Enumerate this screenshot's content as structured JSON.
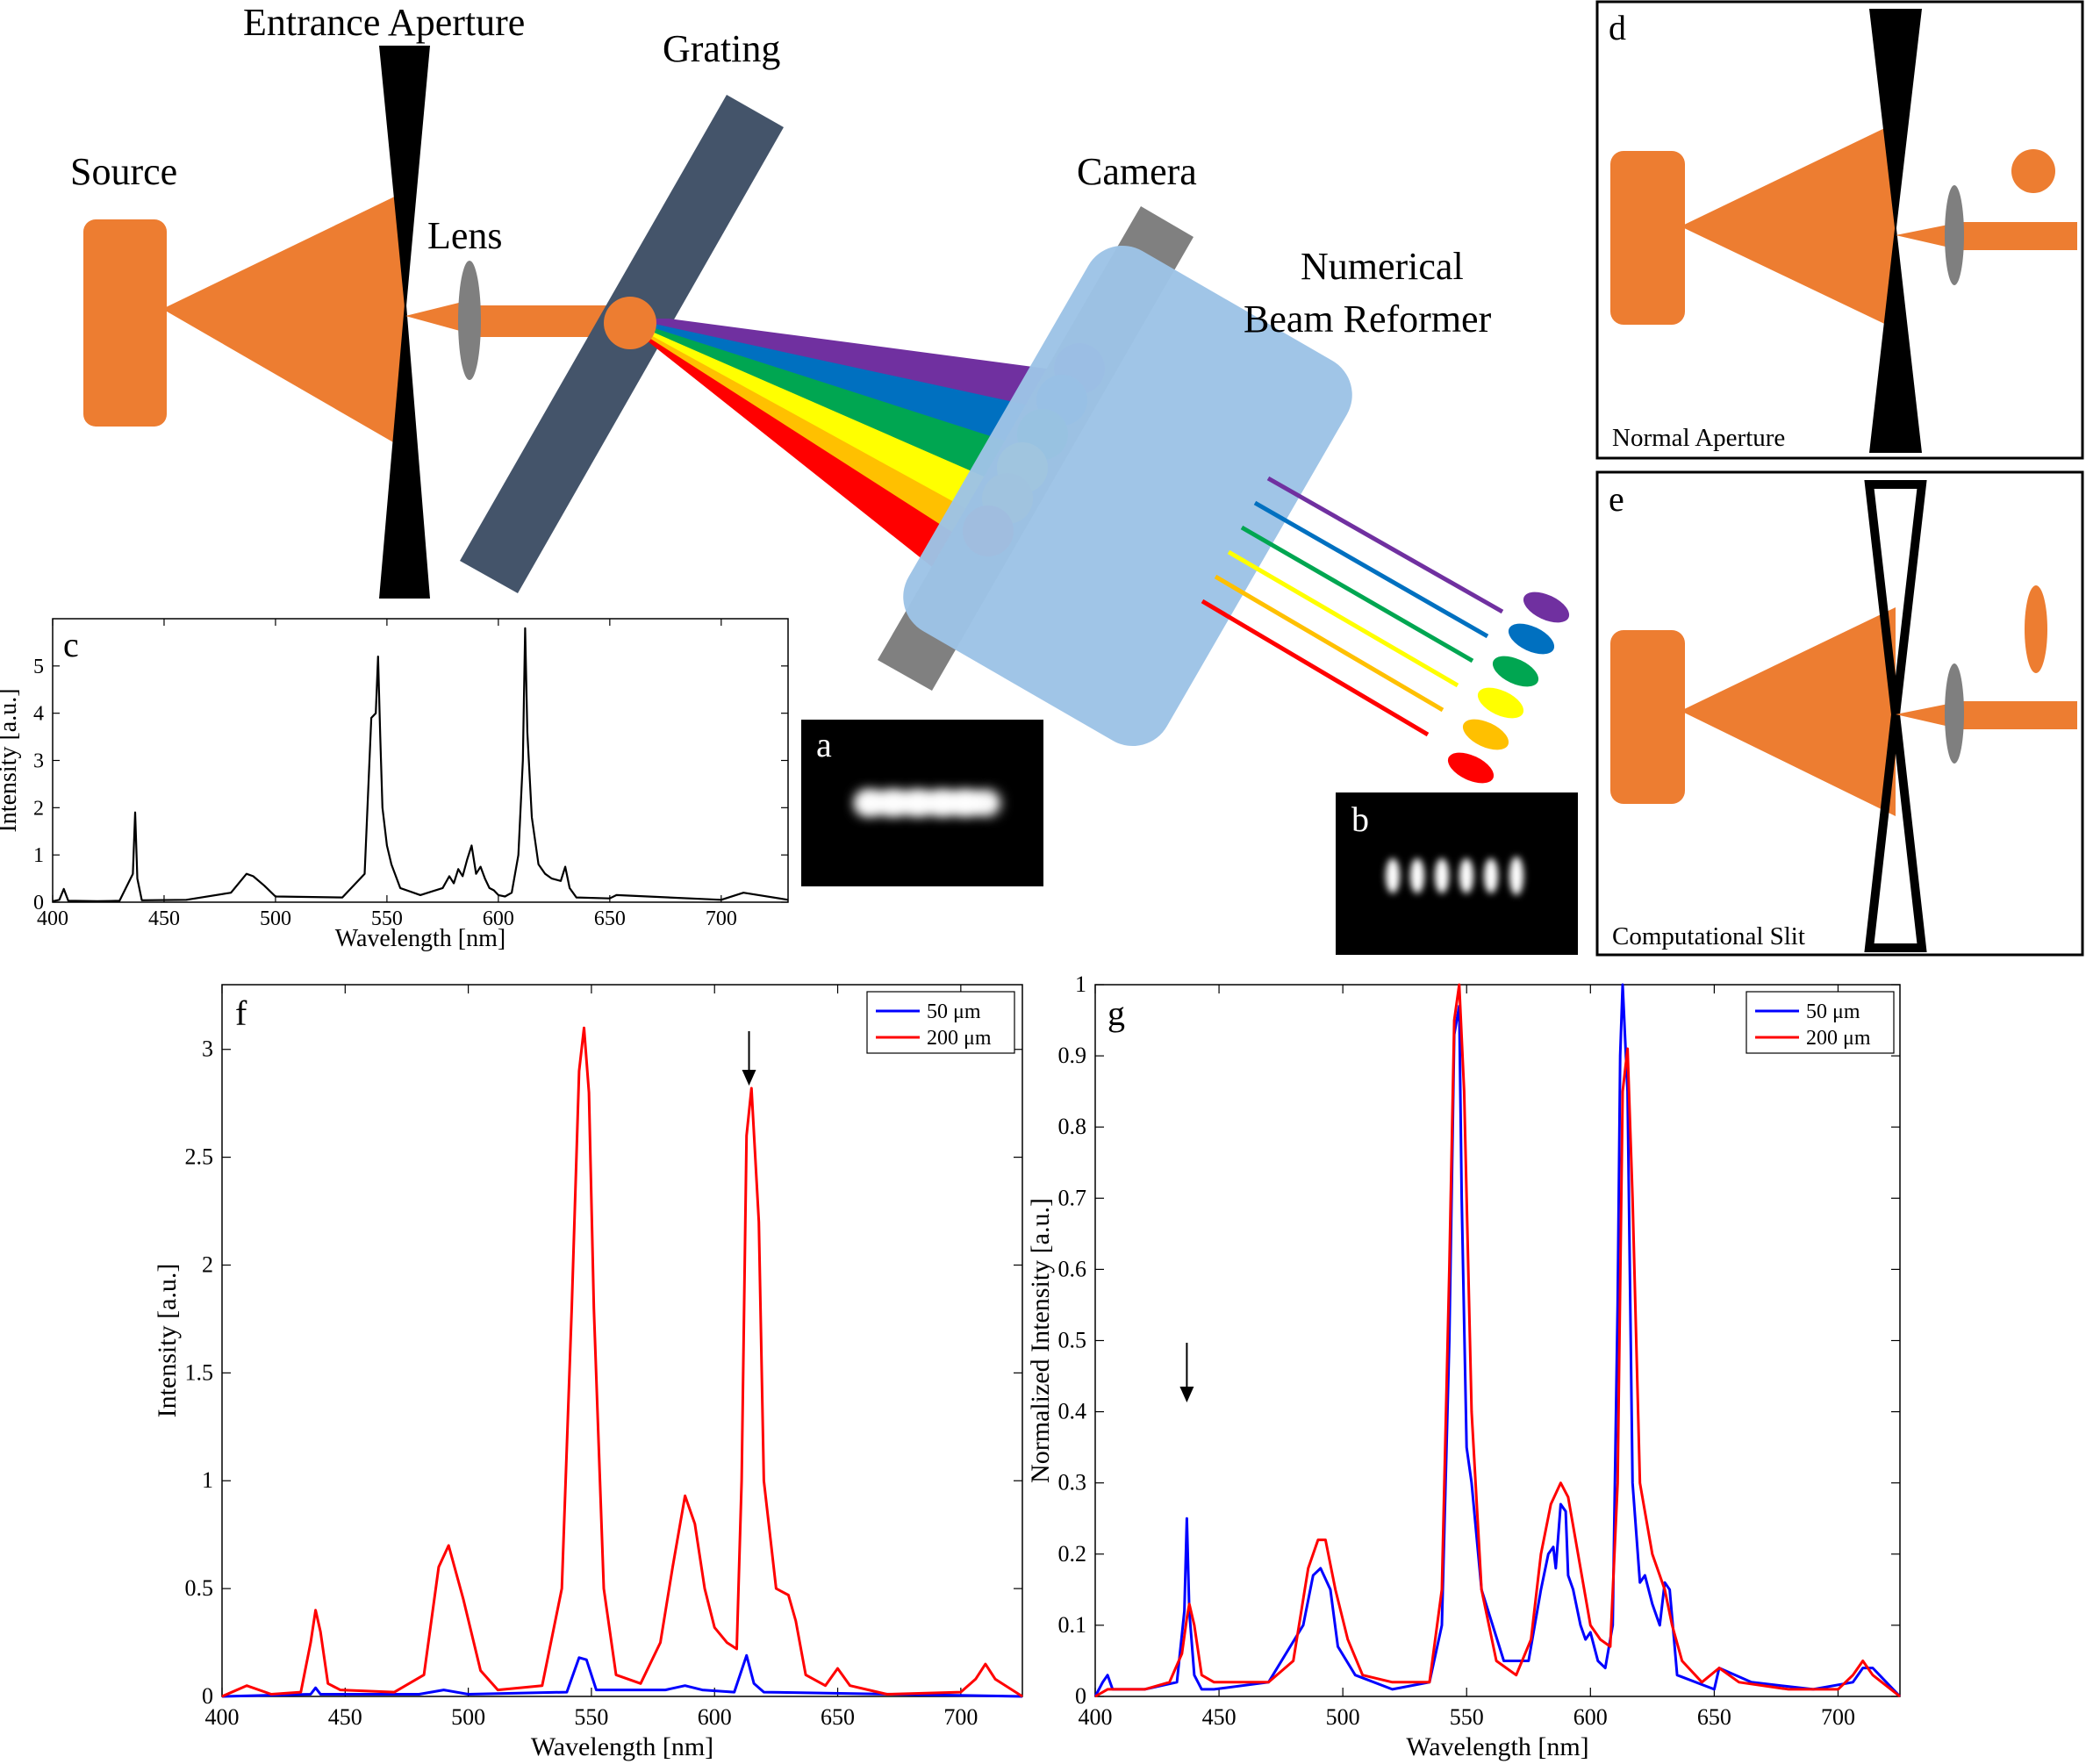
{
  "labels": {
    "source": "Source",
    "entrance_aperture": "Entrance Aperture",
    "grating": "Grating",
    "lens": "Lens",
    "camera": "Camera",
    "reformer_line1": "Numerical",
    "reformer_line2": "Beam Reformer"
  },
  "panels": {
    "a": "a",
    "b": "b",
    "c": "c",
    "d": "d",
    "e": "e",
    "f": "f",
    "g": "g",
    "d_caption": "Normal Aperture",
    "e_caption": "Computational Slit"
  },
  "colors": {
    "orange": "#ED7D31",
    "slate": "#44546A",
    "camera_gray": "#808080",
    "reformer_blue": "#9DC3E6",
    "lens_gray": "#7F7F7F",
    "spectrum": [
      "#FF0000",
      "#FFC000",
      "#FFFF00",
      "#00A651",
      "#0070C0",
      "#7030A0"
    ],
    "series_50um": "#0000FF",
    "series_200um": "#FF0000"
  },
  "chart_data": [
    {
      "id": "c",
      "type": "line",
      "xlabel": "Wavelength [nm]",
      "ylabel": "Intensity [a.u.]",
      "xlim": [
        400,
        730
      ],
      "ylim": [
        0,
        6
      ],
      "xticks": [
        400,
        450,
        500,
        550,
        600,
        650,
        700
      ],
      "yticks": [
        0,
        1,
        2,
        3,
        4,
        5
      ],
      "series": [
        {
          "color": "#000000",
          "x": [
            400,
            403,
            405,
            407,
            420,
            430,
            436,
            437,
            438,
            440,
            460,
            480,
            487,
            490,
            495,
            500,
            530,
            540,
            543,
            545,
            546,
            547,
            548,
            550,
            552,
            556,
            565,
            575,
            578,
            580,
            582,
            584,
            586,
            588,
            590,
            592,
            594,
            596,
            598,
            600,
            603,
            606,
            609,
            611,
            612,
            613,
            615,
            618,
            621,
            624,
            628,
            630,
            632,
            635,
            650,
            653,
            700,
            710,
            730
          ],
          "y": [
            0.02,
            0.05,
            0.28,
            0.03,
            0.02,
            0.03,
            0.6,
            1.9,
            0.5,
            0.04,
            0.05,
            0.2,
            0.6,
            0.55,
            0.35,
            0.12,
            0.1,
            0.6,
            3.9,
            4.0,
            5.2,
            3.5,
            2.0,
            1.2,
            0.8,
            0.3,
            0.15,
            0.3,
            0.55,
            0.4,
            0.7,
            0.55,
            0.9,
            1.2,
            0.6,
            0.75,
            0.5,
            0.3,
            0.25,
            0.15,
            0.12,
            0.2,
            1.0,
            3.0,
            5.8,
            3.6,
            1.8,
            0.8,
            0.6,
            0.5,
            0.45,
            0.75,
            0.3,
            0.1,
            0.08,
            0.15,
            0.05,
            0.2,
            0.05
          ]
        }
      ]
    },
    {
      "id": "f",
      "type": "line",
      "xlabel": "Wavelength [nm]",
      "ylabel": "Intensity [a.u.]",
      "xlim": [
        400,
        725
      ],
      "ylim": [
        0,
        3.3
      ],
      "xticks": [
        400,
        450,
        500,
        550,
        600,
        650,
        700
      ],
      "yticks": [
        0,
        0.5,
        1,
        1.5,
        2,
        2.5,
        3
      ],
      "legend_position": "top-right",
      "annotation": "arrow at ~614 nm",
      "series": [
        {
          "name": "50 μm",
          "color": "#0000FF",
          "x": [
            400,
            436,
            438,
            440,
            480,
            490,
            500,
            540,
            545,
            548,
            552,
            580,
            588,
            595,
            608,
            613,
            616,
            620,
            725
          ],
          "y": [
            0.0,
            0.01,
            0.04,
            0.01,
            0.01,
            0.03,
            0.01,
            0.02,
            0.18,
            0.17,
            0.03,
            0.03,
            0.05,
            0.03,
            0.02,
            0.19,
            0.06,
            0.02,
            0.0
          ]
        },
        {
          "name": "200 μm",
          "color": "#FF0000",
          "x": [
            400,
            410,
            420,
            432,
            436,
            438,
            440,
            443,
            448,
            470,
            482,
            488,
            492,
            498,
            505,
            512,
            530,
            538,
            542,
            545,
            547,
            549,
            551,
            555,
            560,
            570,
            578,
            583,
            588,
            592,
            596,
            600,
            605,
            609,
            611,
            613,
            615,
            618,
            620,
            625,
            630,
            633,
            637,
            645,
            650,
            655,
            670,
            700,
            706,
            710,
            714,
            725
          ],
          "y": [
            0.0,
            0.05,
            0.01,
            0.02,
            0.25,
            0.4,
            0.3,
            0.06,
            0.03,
            0.02,
            0.1,
            0.6,
            0.7,
            0.45,
            0.12,
            0.03,
            0.05,
            0.5,
            1.8,
            2.9,
            3.1,
            2.8,
            1.8,
            0.5,
            0.1,
            0.06,
            0.25,
            0.6,
            0.93,
            0.8,
            0.5,
            0.32,
            0.25,
            0.22,
            1.0,
            2.6,
            2.82,
            2.2,
            1.0,
            0.5,
            0.47,
            0.35,
            0.1,
            0.05,
            0.13,
            0.05,
            0.01,
            0.02,
            0.08,
            0.15,
            0.08,
            0.0
          ]
        }
      ]
    },
    {
      "id": "g",
      "type": "line",
      "xlabel": "Wavelength [nm]",
      "ylabel": "Normalized Intensity [a.u.]",
      "xlim": [
        400,
        725
      ],
      "ylim": [
        0,
        1
      ],
      "xticks": [
        400,
        450,
        500,
        550,
        600,
        650,
        700
      ],
      "yticks": [
        0,
        0.1,
        0.2,
        0.3,
        0.4,
        0.5,
        0.6,
        0.7,
        0.8,
        0.9,
        1
      ],
      "legend_position": "top-right",
      "annotation": "arrow at ~437 nm",
      "series": [
        {
          "name": "50 μm",
          "color": "#0000FF",
          "x": [
            400,
            403,
            405,
            407,
            420,
            433,
            436,
            437,
            438,
            440,
            443,
            448,
            470,
            484,
            488,
            491,
            495,
            498,
            505,
            520,
            535,
            540,
            543,
            545,
            547,
            548,
            550,
            552,
            556,
            565,
            575,
            580,
            583,
            585,
            586,
            588,
            590,
            591,
            593,
            596,
            598,
            600,
            603,
            606,
            609,
            611,
            612,
            613,
            615,
            617,
            620,
            622,
            625,
            628,
            630,
            632,
            635,
            650,
            652,
            665,
            690,
            706,
            710,
            714,
            725
          ],
          "y": [
            0.0,
            0.02,
            0.03,
            0.01,
            0.01,
            0.02,
            0.12,
            0.25,
            0.12,
            0.03,
            0.01,
            0.01,
            0.02,
            0.1,
            0.17,
            0.18,
            0.15,
            0.07,
            0.03,
            0.01,
            0.02,
            0.1,
            0.5,
            0.93,
            0.97,
            0.7,
            0.35,
            0.3,
            0.15,
            0.05,
            0.05,
            0.15,
            0.2,
            0.21,
            0.18,
            0.27,
            0.26,
            0.17,
            0.15,
            0.1,
            0.08,
            0.09,
            0.05,
            0.04,
            0.1,
            0.55,
            0.9,
            1.0,
            0.85,
            0.3,
            0.16,
            0.17,
            0.13,
            0.1,
            0.16,
            0.15,
            0.03,
            0.01,
            0.04,
            0.02,
            0.01,
            0.02,
            0.04,
            0.04,
            0.0
          ]
        },
        {
          "name": "200 μm",
          "color": "#FF0000",
          "x": [
            400,
            405,
            410,
            420,
            430,
            435,
            437,
            438,
            440,
            443,
            448,
            470,
            480,
            486,
            490,
            493,
            497,
            502,
            508,
            520,
            535,
            540,
            543,
            545,
            547,
            549,
            552,
            556,
            562,
            570,
            576,
            580,
            584,
            588,
            591,
            595,
            600,
            604,
            608,
            611,
            613,
            615,
            617,
            620,
            625,
            630,
            633,
            637,
            645,
            652,
            660,
            680,
            700,
            706,
            710,
            714,
            725
          ],
          "y": [
            0.0,
            0.01,
            0.01,
            0.01,
            0.02,
            0.06,
            0.11,
            0.13,
            0.1,
            0.03,
            0.02,
            0.02,
            0.05,
            0.18,
            0.22,
            0.22,
            0.15,
            0.08,
            0.03,
            0.02,
            0.02,
            0.15,
            0.6,
            0.95,
            1.0,
            0.85,
            0.4,
            0.15,
            0.05,
            0.03,
            0.08,
            0.2,
            0.27,
            0.3,
            0.28,
            0.2,
            0.1,
            0.08,
            0.07,
            0.3,
            0.85,
            0.91,
            0.7,
            0.3,
            0.2,
            0.15,
            0.1,
            0.05,
            0.02,
            0.04,
            0.02,
            0.01,
            0.01,
            0.03,
            0.05,
            0.03,
            0.0
          ]
        }
      ]
    }
  ]
}
